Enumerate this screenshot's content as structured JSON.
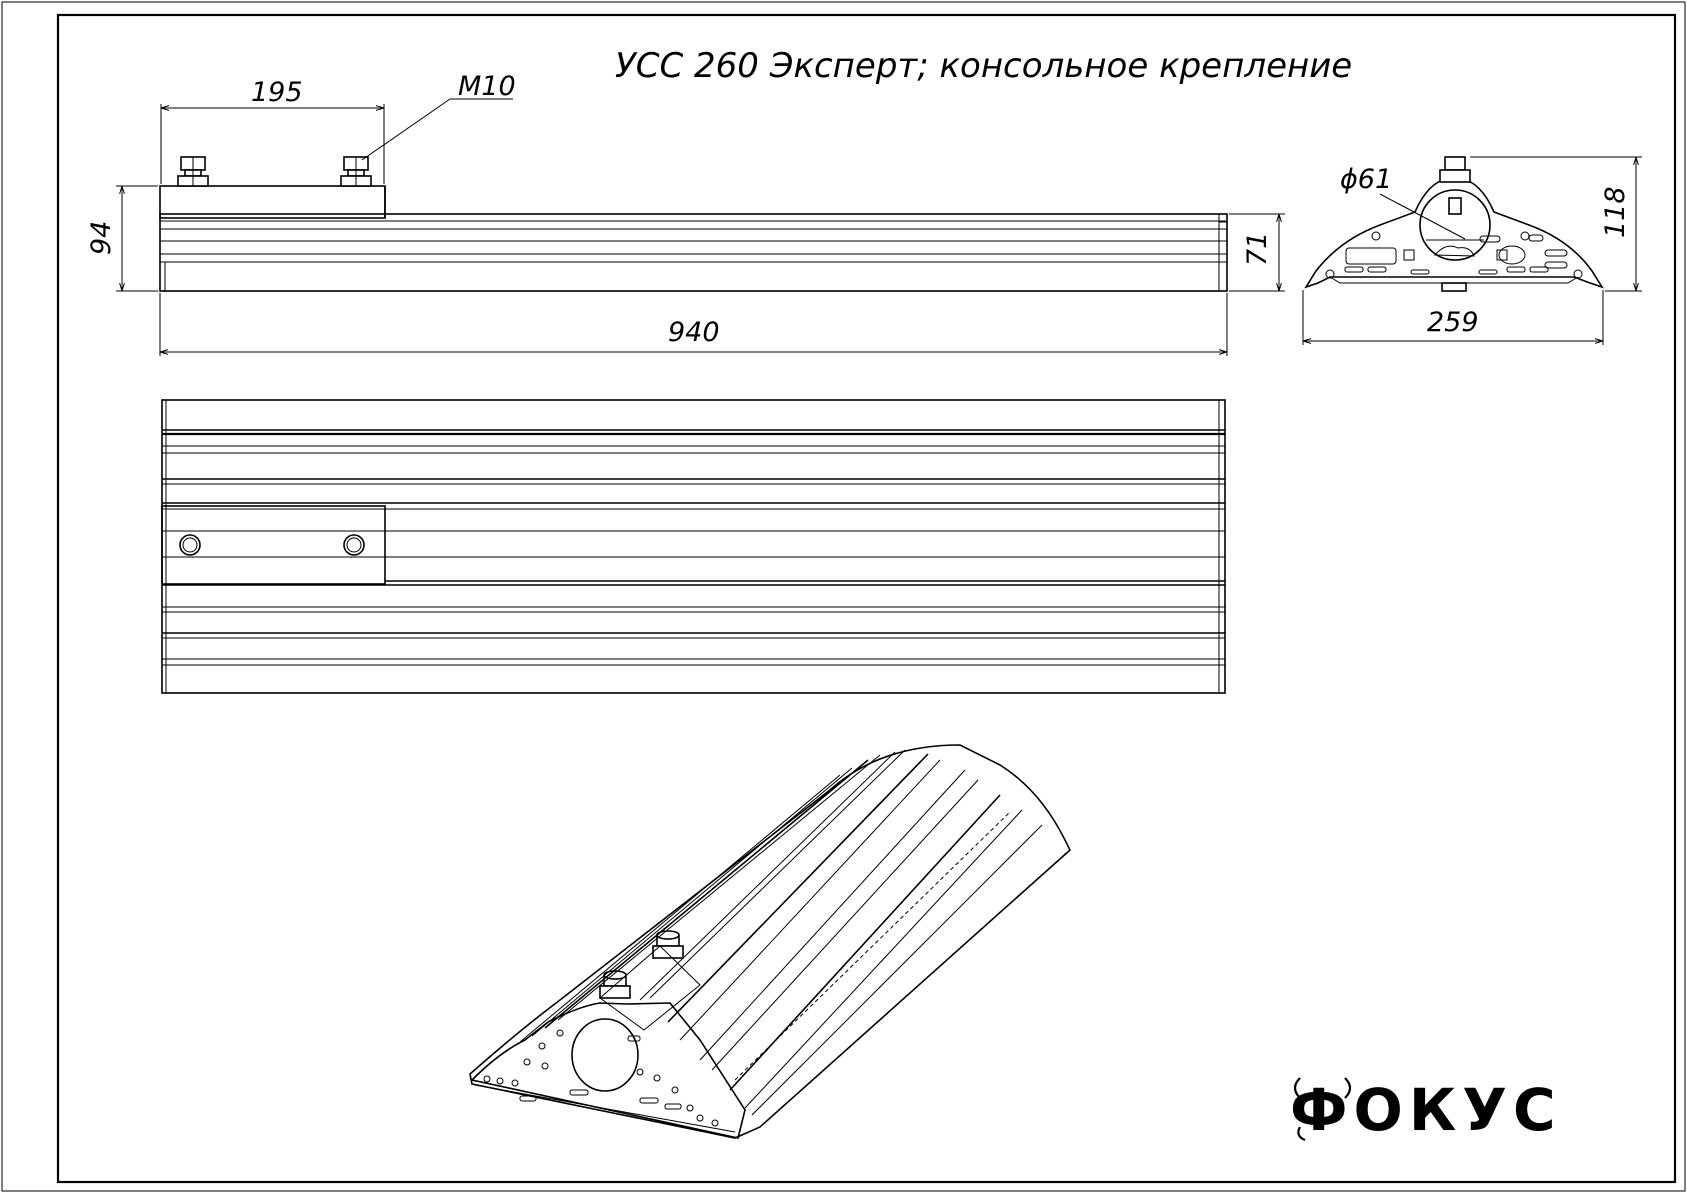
{
  "title": "УСС 260 Эксперт; консольное крепление",
  "dimensions": {
    "d195": "195",
    "m10": "M10",
    "d94": "94",
    "d71": "71",
    "d940": "940",
    "d61": "ϕ61",
    "d118": "118",
    "d259": "259"
  },
  "logo": {
    "text": "ФОКУС"
  }
}
